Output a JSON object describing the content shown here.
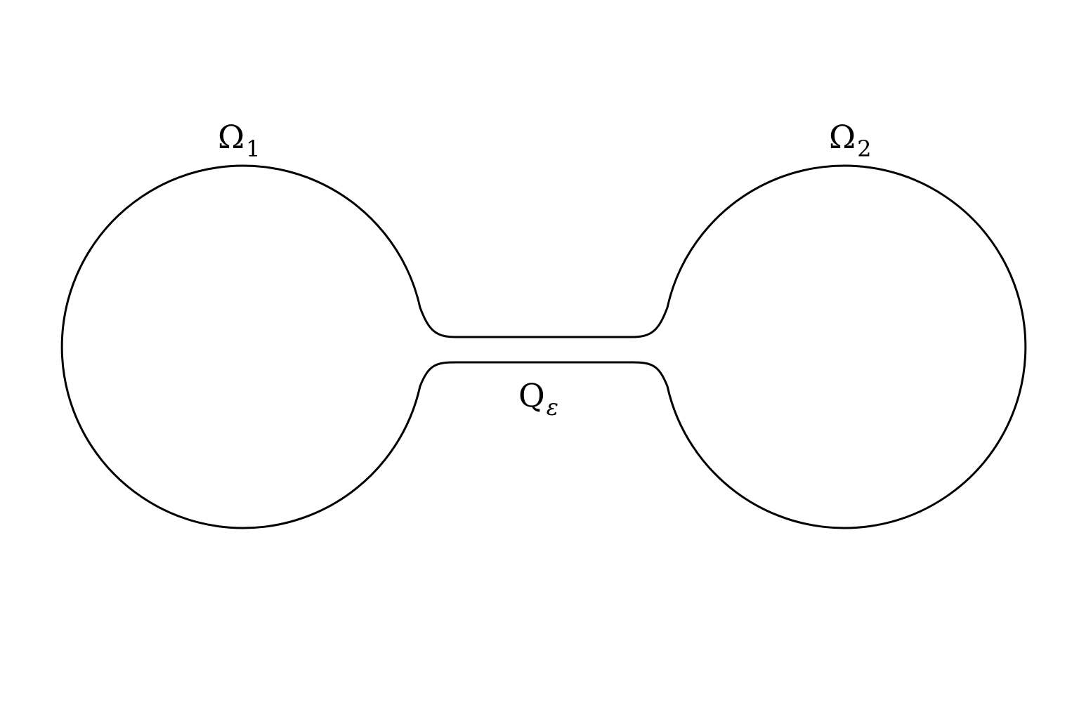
{
  "labels": {
    "omega1": {
      "main": "Ω",
      "sub": "1"
    },
    "omega2": {
      "main": "Ω",
      "sub": "2"
    },
    "channel": {
      "main": "Q",
      "sub": "ε"
    }
  },
  "colors": {
    "stroke": "#000000",
    "background": "#ffffff"
  }
}
